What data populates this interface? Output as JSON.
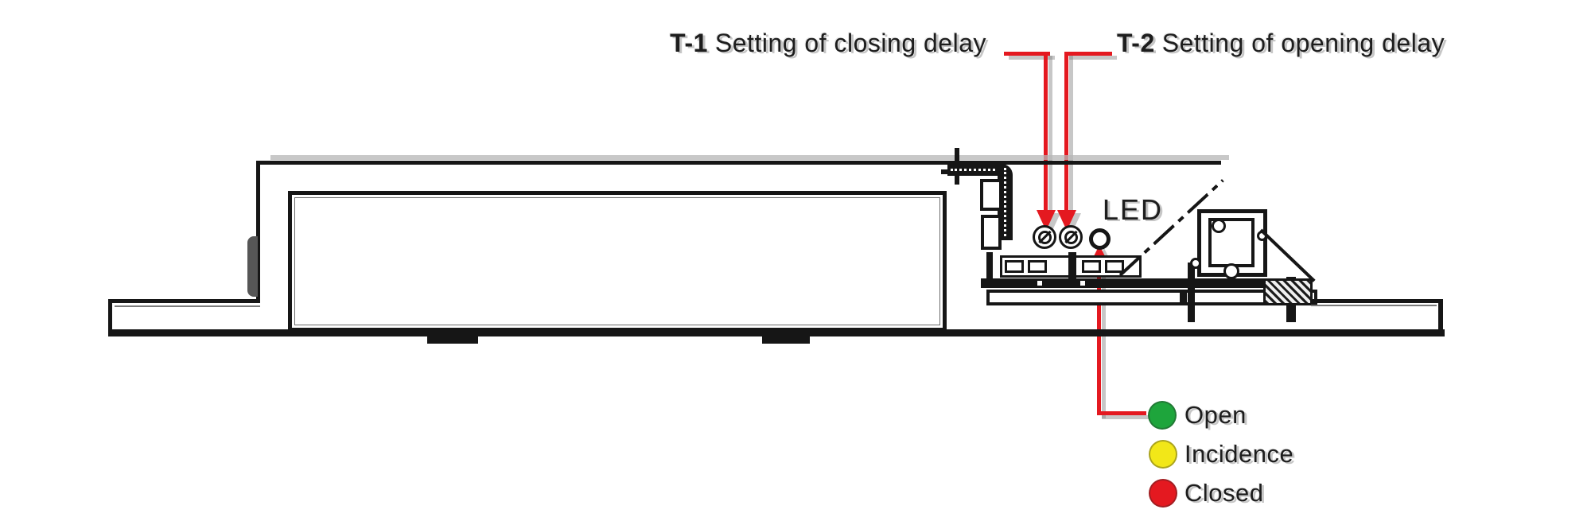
{
  "diagram": {
    "annotations": {
      "t1": {
        "prefix": "T-1",
        "label": "Setting of closing delay"
      },
      "t2": {
        "prefix": "T-2",
        "label": "Setting of opening delay"
      },
      "led_label": "LED"
    },
    "legend": {
      "items": [
        {
          "id": "open",
          "label": "Open",
          "color": "#1ea53c"
        },
        {
          "id": "incidence",
          "label": "Incidence",
          "color": "#f2e718"
        },
        {
          "id": "closed",
          "label": "Closed",
          "color": "#e41920"
        }
      ]
    },
    "colors": {
      "annotation_red": "#e41920",
      "line_black": "#161616"
    }
  }
}
